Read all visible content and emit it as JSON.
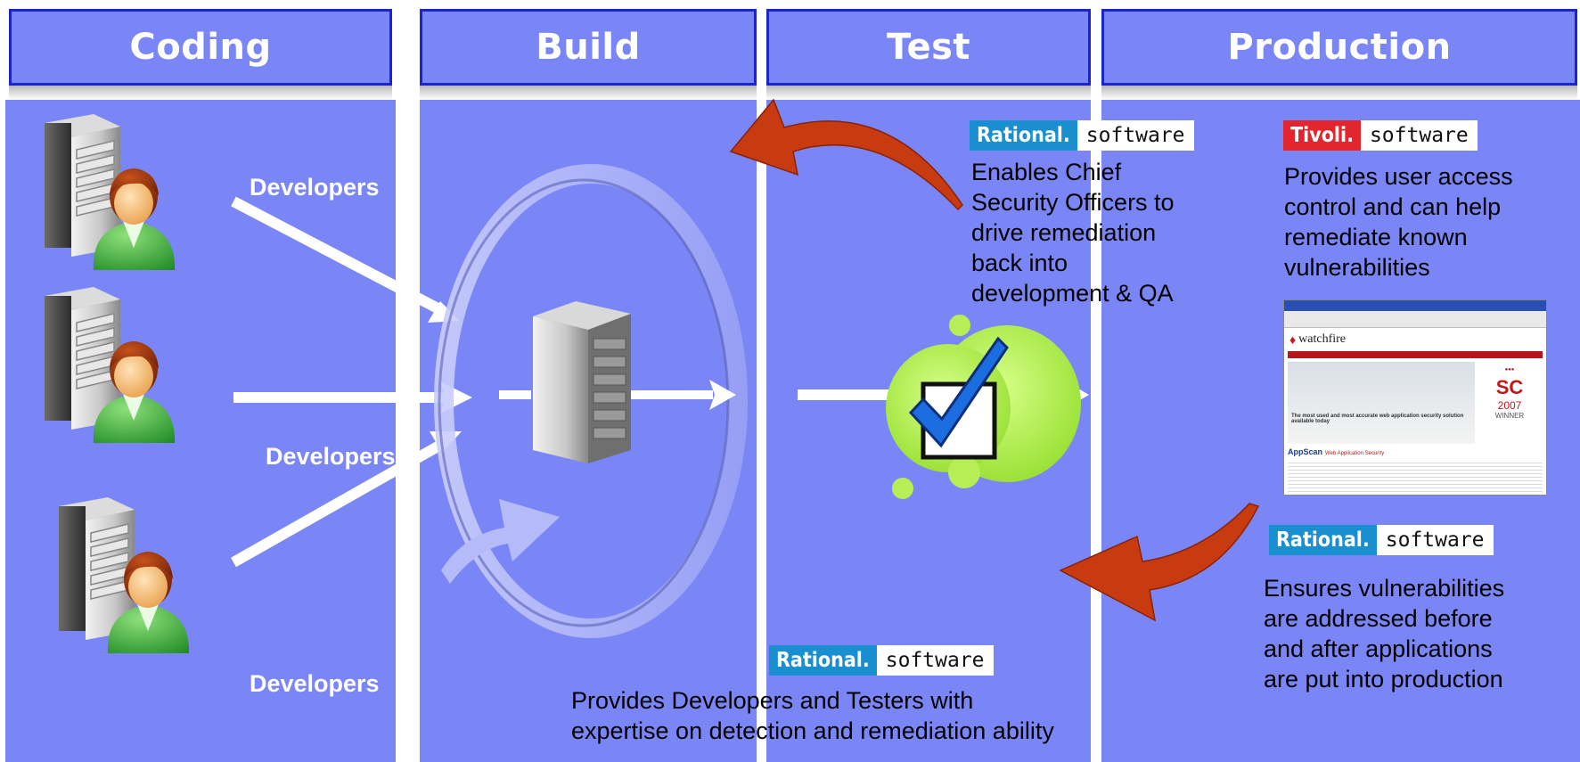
{
  "stages": [
    "Coding",
    "Build",
    "Test",
    "Production"
  ],
  "developers_label": "Developers",
  "logos": {
    "rational_brand": "Rational.",
    "tivoli_brand": "Tivoli.",
    "software_word": "software"
  },
  "test_text": [
    "Enables Chief",
    "Security Officers to",
    "drive remediation",
    "back into",
    "development & QA"
  ],
  "production_text_top": [
    "Provides user access",
    "control and can help",
    "remediate known",
    "vulnerabilities"
  ],
  "production_text_bottom": [
    "Ensures vulnerabilities",
    "are addressed before",
    "and after applications",
    "are put into production"
  ],
  "build_text": [
    "Provides Developers and Testers with",
    "expertise on detection and remediation ability"
  ],
  "screenshot": {
    "brand": "watchfire",
    "headline": "The most used and most accurate web application security solution available today",
    "product": "AppScan",
    "product_sub": "Web Application Security",
    "sc_badge": "SC",
    "sc_year": "2007",
    "sc_winner": "WINNER"
  },
  "colors": {
    "panel": "#7b86f6",
    "header_border": "#1a26c8",
    "rational_blue": "#1a8fd0",
    "tivoli_red": "#e3262d",
    "arrow_red": "#c83a10",
    "check_green": "#a9e83a"
  }
}
